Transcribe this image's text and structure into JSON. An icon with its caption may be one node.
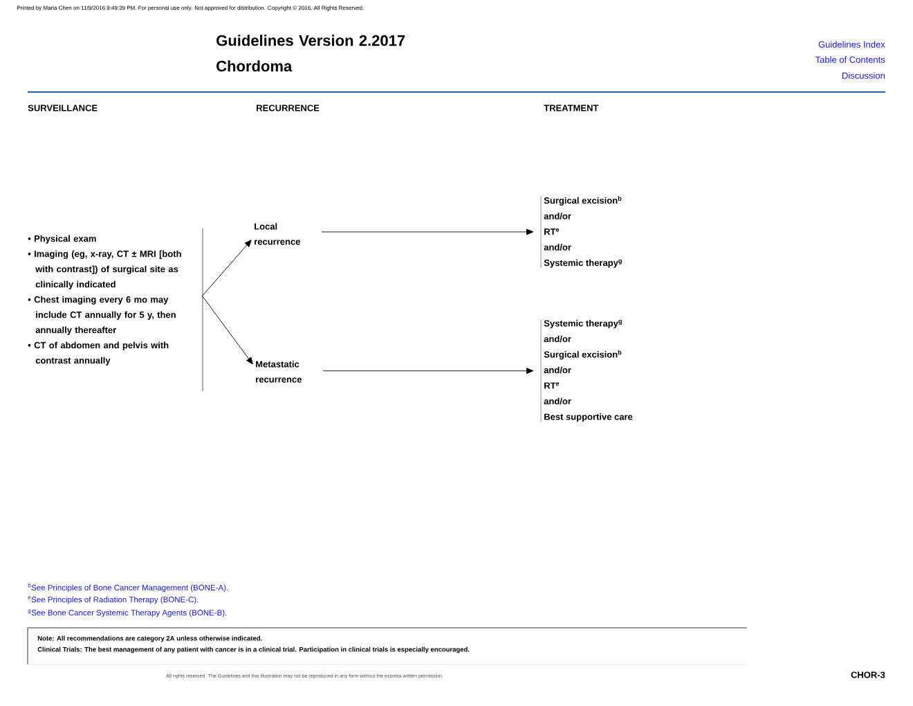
{
  "diagram": {
    "title": "Guidelines Version 2.2017 Chordoma",
    "nodes": [
      {
        "text": [
          "• Physical exam",
          "• Imaging (eg, x-ray, CT ± MRI [both with contrast]) of surgical site as clinically indicated",
          "• Chest imaging every 6 mo may include CT annually for 5 y, then annually thereafter",
          "• CT of abdomen and pelvis with contrast annually"
        ]
      },
      {
        "text": [
          "Local recurrence"
        ]
      },
      {
        "text": [
          "Metastatic recurrence"
        ]
      },
      {
        "text": [
          "Surgical excision$^{b}$",
          "and/or",
          "RT$^{e}$",
          "and/or",
          "Systemic therapy$^{g}$"
        ]
      },
      {
        "text": [
          "Systemic therapy$^{g}$",
          "and/or",
          "Surgical excision$^{b}$",
          "and/or",
          "RT$^{e}$",
          "and/or",
          "Best supportive care"
        ]
      }
    ],
    "edges": [
      {
        "from": 0,
        "to": 1,
        "arrow": "to"
      },
      {
        "from": 0,
        "to": 2,
        "arrow": "to"
      },
      {
        "from": 1,
        "to": 3,
        "arrow": "to"
      },
      {
        "from": 2,
        "to": 4,
        "arrow": "to"
      }
    ],
    "labels": [
      "Printed by Maria Chen on 11/9/2016 8:49:39 PM. For personal use only. Not approved for distribution. Copyright © 2016, All Rights Reserved.",
      "Guidelines Index",
      "Table of Contents",
      "Discussion",
      "SURVEILLANCE",
      "RECURRENCE",
      "TREATMENT",
      "$^{b}$See Principles of Bone Cancer Management (BONE-A).",
      "$^{e}$See Principles of Radiation Therapy (BONE-C).",
      "$^{g}$See Bone Cancer Systemic Therapy Agents (BONE-B).",
      "Note:  All recommendations are category 2A unless otherwise indicated.",
      "Clinical Trials: The best management of any patient with cancer is in a clinical trial.  Participation in clinical trials is especially encouraged.",
      "All rights reserved. The Guidelines and this illustration may not be reproduced in any form without the express written permission.",
      "CHOR-3"
    ]
  }
}
